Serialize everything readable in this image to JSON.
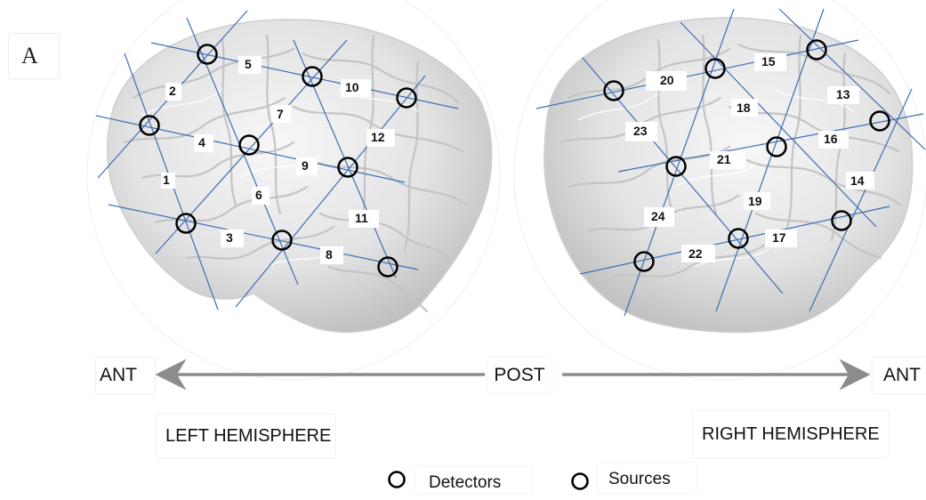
{
  "panel_label": "A",
  "axis": {
    "left_end": "ANT",
    "center": "POST",
    "right_end": "ANT",
    "arrow_color": "#8c8c8c"
  },
  "hemispheres": {
    "left": "LEFT HEMISPHERE",
    "right": "RIGHT HEMISPHERE"
  },
  "legend": {
    "detectors": "Detectors",
    "sources": "Sources"
  },
  "colors": {
    "channel_line": "#3f6fb3",
    "optode_ring": "#000000",
    "brain_surface": "#e4e4e4"
  },
  "channels": [
    "1",
    "2",
    "3",
    "4",
    "5",
    "6",
    "7",
    "8",
    "9",
    "10",
    "11",
    "12",
    "13",
    "14",
    "15",
    "16",
    "17",
    "18",
    "19",
    "20",
    "21",
    "22",
    "23",
    "24"
  ]
}
